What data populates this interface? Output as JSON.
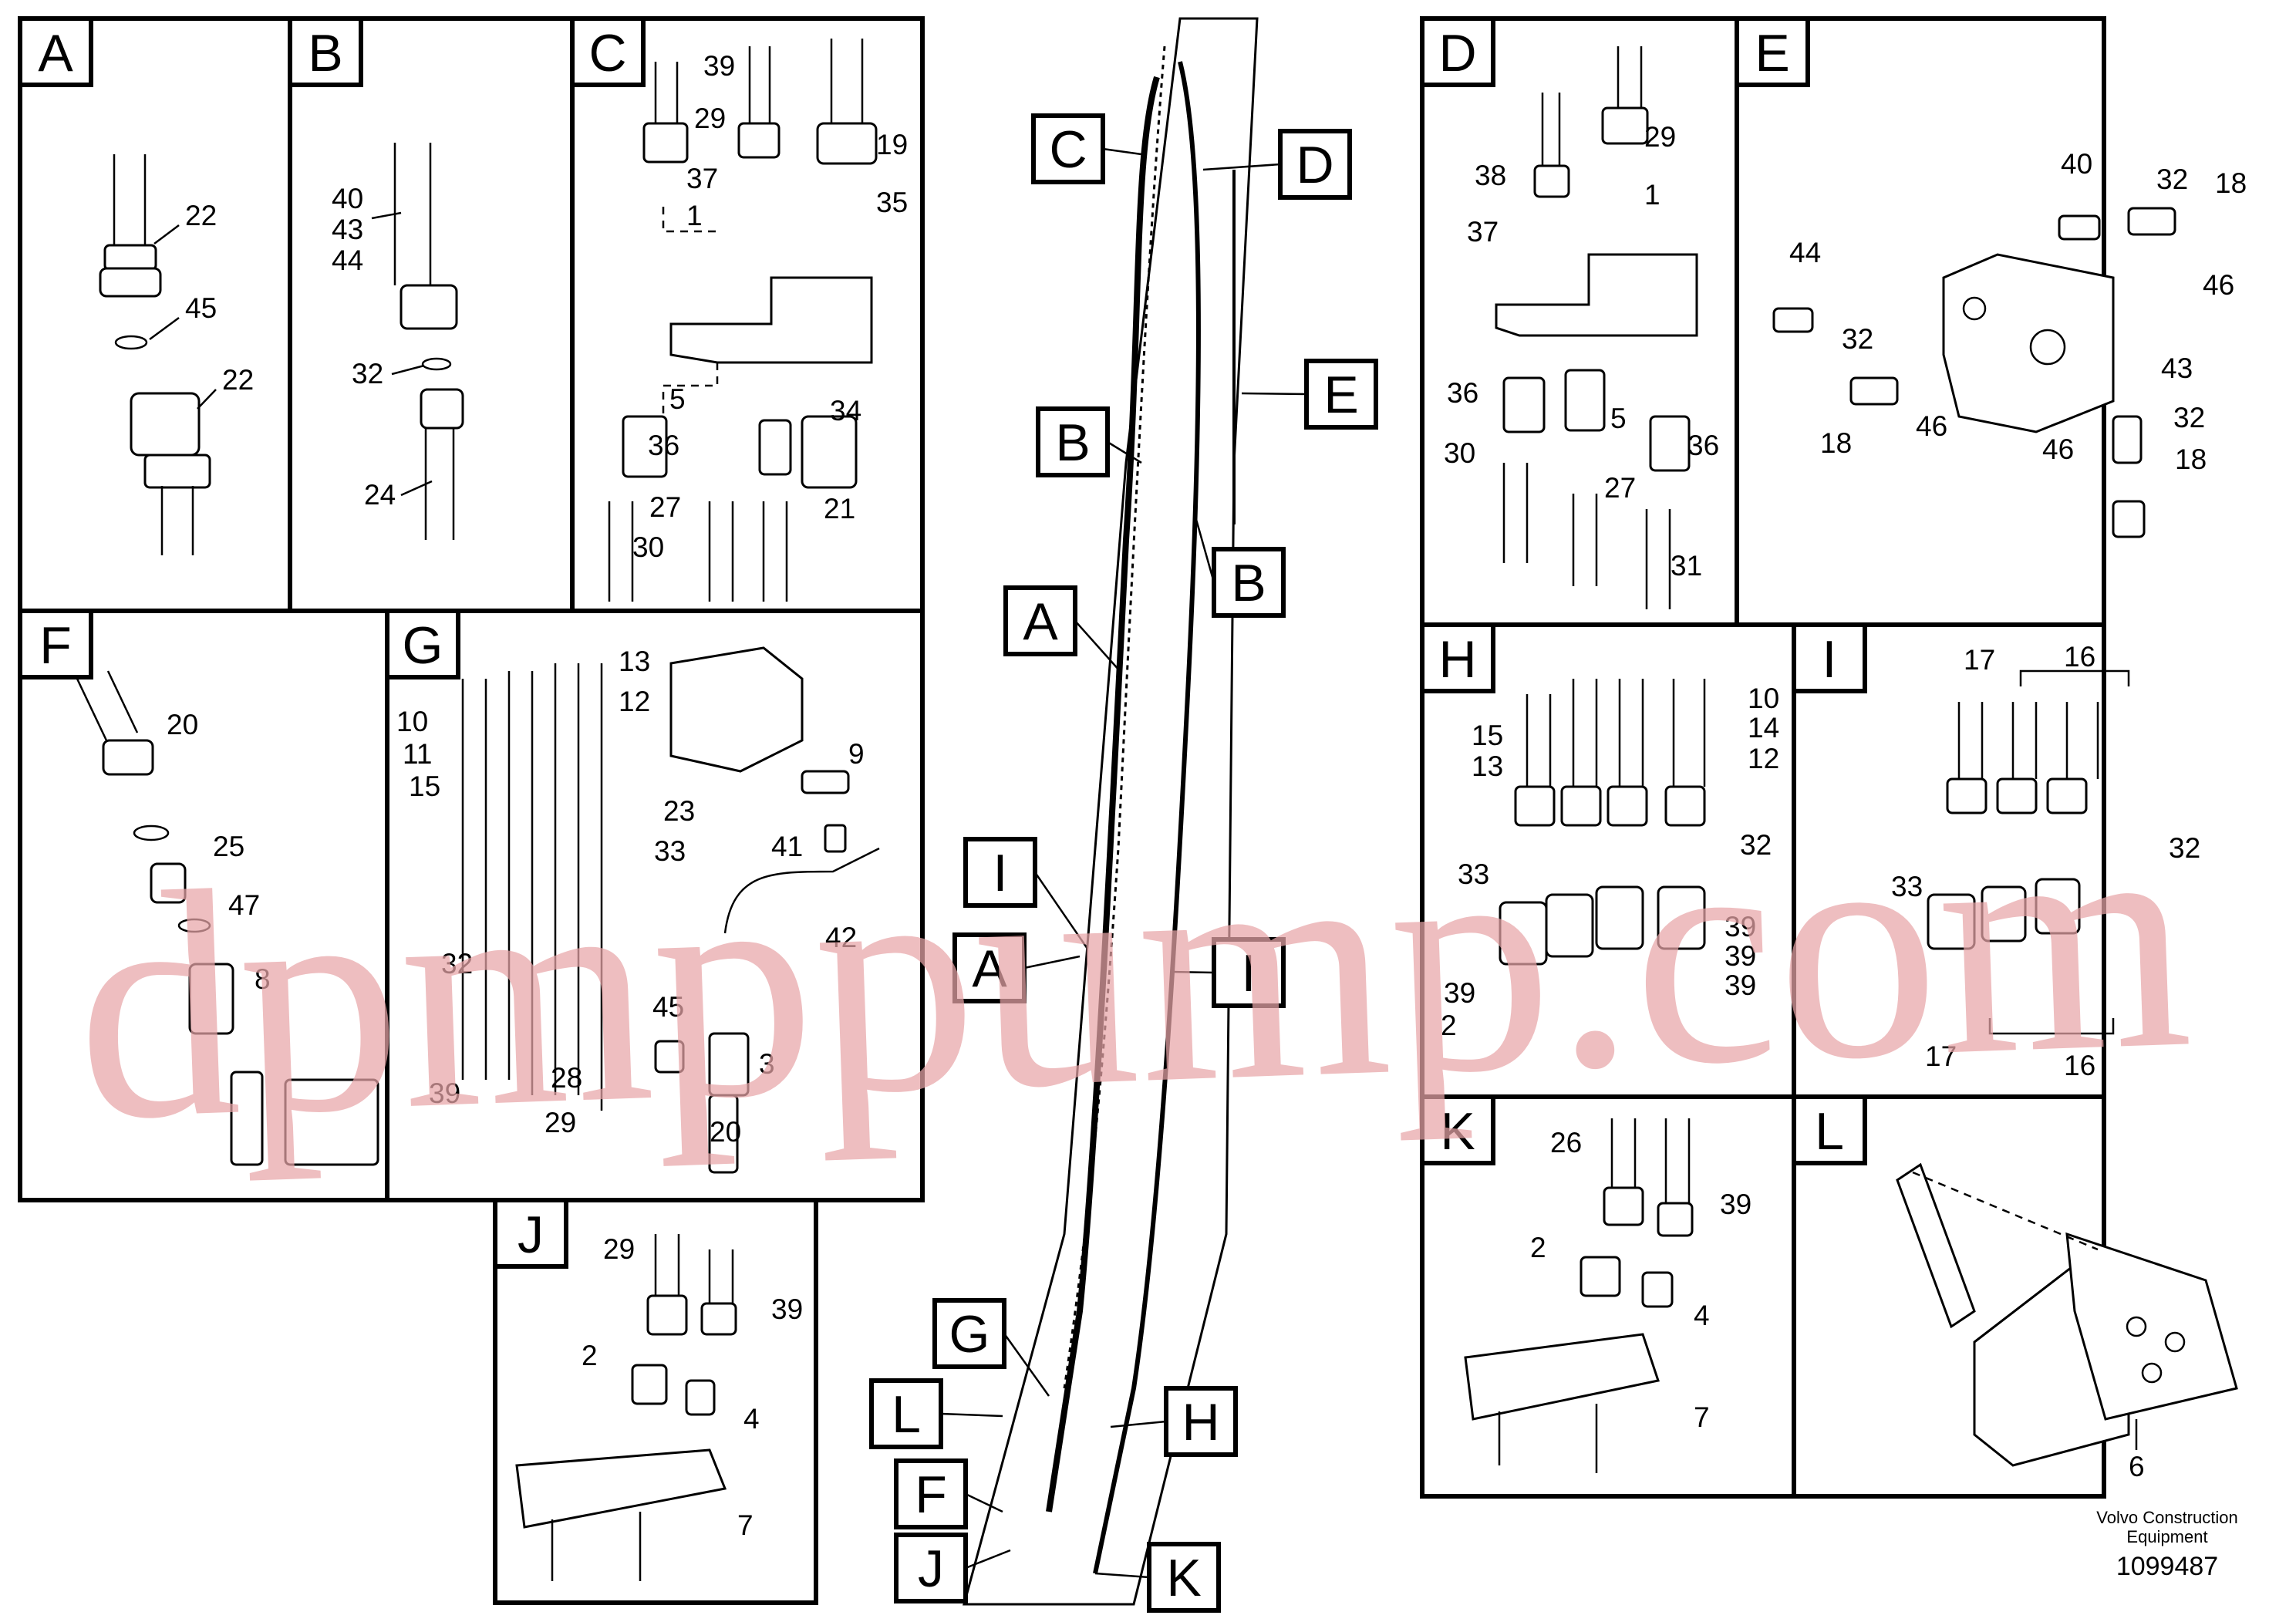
{
  "panels": [
    {
      "id": "A",
      "letter": "A",
      "callouts": [
        "22",
        "45",
        "22"
      ]
    },
    {
      "id": "B",
      "letter": "B",
      "callouts": [
        "40",
        "43",
        "44",
        "32",
        "24"
      ]
    },
    {
      "id": "C",
      "letter": "C",
      "callouts": [
        "39",
        "29",
        "19",
        "37",
        "35",
        "1",
        "5",
        "34",
        "36",
        "27",
        "21",
        "30"
      ]
    },
    {
      "id": "D",
      "letter": "D",
      "callouts": [
        "29",
        "38",
        "1",
        "37",
        "36",
        "5",
        "36",
        "30",
        "27",
        "31"
      ]
    },
    {
      "id": "E",
      "letter": "E",
      "callouts": [
        "40",
        "32",
        "18",
        "44",
        "46",
        "32",
        "43",
        "18",
        "46",
        "32",
        "46",
        "18"
      ]
    },
    {
      "id": "F",
      "letter": "F",
      "callouts": [
        "20",
        "25",
        "47",
        "8"
      ]
    },
    {
      "id": "G",
      "letter": "G",
      "callouts": [
        "13",
        "12",
        "10",
        "11",
        "15",
        "9",
        "23",
        "33",
        "41",
        "42",
        "32",
        "45",
        "3",
        "39",
        "28",
        "29",
        "20"
      ]
    },
    {
      "id": "H",
      "letter": "H",
      "callouts": [
        "10",
        "14",
        "15",
        "12",
        "13",
        "32",
        "33",
        "39",
        "39",
        "39",
        "39",
        "2"
      ]
    },
    {
      "id": "I",
      "letter": "I",
      "callouts": [
        "17",
        "16",
        "32",
        "33",
        "17",
        "16"
      ]
    },
    {
      "id": "J",
      "letter": "J",
      "callouts": [
        "29",
        "39",
        "2",
        "4",
        "7"
      ]
    },
    {
      "id": "K",
      "letter": "K",
      "callouts": [
        "26",
        "39",
        "2",
        "4",
        "7"
      ]
    },
    {
      "id": "L",
      "letter": "L",
      "callouts": [
        "6"
      ]
    }
  ],
  "boom_labels": [
    "C",
    "D",
    "E",
    "B",
    "B",
    "A",
    "I",
    "A",
    "I",
    "G",
    "L",
    "H",
    "F",
    "J",
    "K"
  ],
  "footer": {
    "maker_line1": "Volvo Construction",
    "maker_line2": "Equipment",
    "ref_number": "1099487"
  },
  "watermark": "dpmppump.com"
}
